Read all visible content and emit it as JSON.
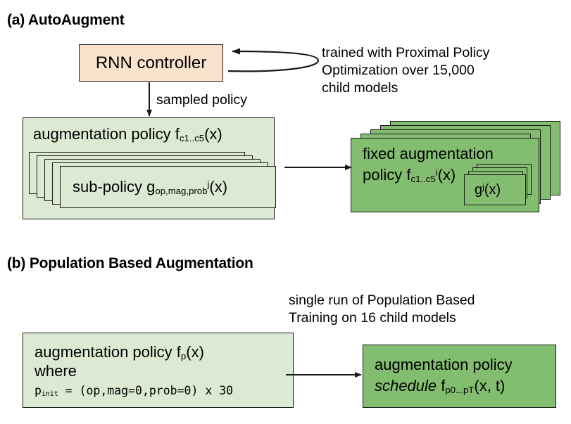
{
  "figure": {
    "background_color": "#ffffff",
    "colors": {
      "controller_box": "#fae3cc",
      "light_green_box": "#dcead4",
      "dark_green_box": "#83bd6f",
      "stroke": "#1a1a1a",
      "text": "#000000"
    }
  },
  "panel_a": {
    "title": "(a) AutoAugment",
    "controller": {
      "label": "RNN controller"
    },
    "feedback_note": "trained with Proximal Policy\nOptimization over 15,000\nchild models",
    "sampled_arrow_label": "sampled policy",
    "policy_box": {
      "heading_prefix": "augmentation policy f",
      "heading_sub": "c1..c5",
      "heading_suffix": "(x)",
      "subpolicy_prefix": "sub-policy g",
      "subpolicy_sub": "op,mag,prob",
      "subpolicy_sup": "j",
      "subpolicy_suffix": "(x)",
      "subpolicy_card_count": 5
    },
    "fixed_policy_box": {
      "line1": "fixed augmentation",
      "line2_prefix": "policy f",
      "line2_sub": "c1..c5",
      "line2_sup": "i",
      "line2_suffix": "(x)",
      "inner_prefix": "g",
      "inner_sup": "j",
      "inner_suffix": "(x)",
      "outer_card_count": 5,
      "inner_card_count": 4
    }
  },
  "panel_b": {
    "title": "(b) Population Based Augmentation",
    "transition_note": "single run of Population Based\nTraining on 16 child models",
    "policy_box": {
      "line1_prefix": "augmentation policy f",
      "line1_sub": "p",
      "line1_suffix": "(x)",
      "line2": "where",
      "line3_mono": "p_init = (op,mag=0,prob=0) x 30",
      "line3_mono_base": "p",
      "line3_mono_sub": "init",
      "line3_mono_rest": " = (op,mag=0,prob=0) x 30"
    },
    "schedule_box": {
      "line1": "augmentation policy",
      "line2_italic": "schedule",
      "line2_prefix": " f",
      "line2_sub": "p0...pT",
      "line2_suffix": "(x, t)"
    }
  }
}
